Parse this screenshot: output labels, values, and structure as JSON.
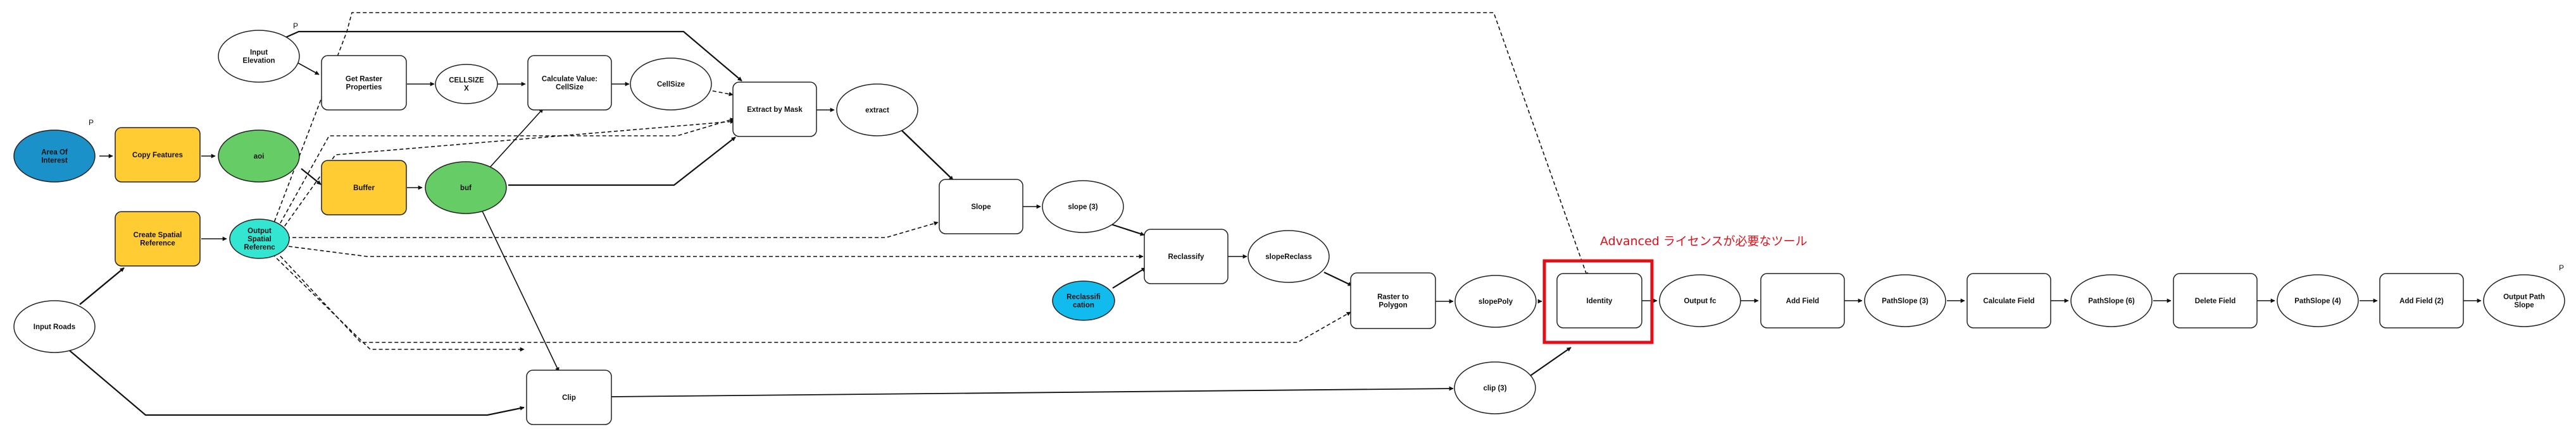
{
  "colors": {
    "input_data": "#1a91c8",
    "tool": "#ffcc33",
    "derived": "#66cc66",
    "variable": "#33e6d2",
    "reclass_input": "#11bbee",
    "plain": "#ffffff",
    "highlight": "#e0101a"
  },
  "labels": {
    "input_elevation": [
      "Input",
      "Elevation"
    ],
    "area_of_interest": [
      "Area Of",
      "Interest"
    ],
    "copy_features": [
      "Copy Features"
    ],
    "aoi": [
      "aoi"
    ],
    "create_spatial_reference": [
      "Create Spatial",
      "Reference"
    ],
    "output_spatial_reference": [
      "Output",
      "Spatial",
      "Referenc"
    ],
    "input_roads": [
      "Input Roads"
    ],
    "get_raster_properties": [
      "Get Raster",
      "Properties"
    ],
    "cellsize_x": [
      "CELLSIZE",
      "X"
    ],
    "calculate_value": [
      "Calculate Value:",
      "CellSize"
    ],
    "cellsize": [
      "CellSize"
    ],
    "extract_by_mask": [
      "Extract by Mask"
    ],
    "extract": [
      "extract"
    ],
    "buffer": [
      "Buffer"
    ],
    "buf": [
      "buf"
    ],
    "slope": [
      "Slope"
    ],
    "slope_3": [
      "slope (3)"
    ],
    "reclassify": [
      "Reclassify"
    ],
    "slope_reclass": [
      "slopeReclass"
    ],
    "reclassification": [
      "Reclassifi",
      "cation"
    ],
    "raster_to_polygon": [
      "Raster to",
      "Polygon"
    ],
    "slope_poly": [
      "slopePoly"
    ],
    "identity": [
      "Identity"
    ],
    "clip": [
      "Clip"
    ],
    "clip_3": [
      "clip (3)"
    ],
    "output_fc": [
      "Output fc"
    ],
    "add_field": [
      "Add Field"
    ],
    "pathslope_3": [
      "PathSlope (3)"
    ],
    "calculate_field": [
      "Calculate Field"
    ],
    "pathslope_6": [
      "PathSlope (6)"
    ],
    "delete_field": [
      "Delete Field"
    ],
    "pathslope_4": [
      "PathSlope (4)"
    ],
    "add_field_2": [
      "Add Field (2)"
    ],
    "output_path_slope": [
      "Output Path",
      "Slope"
    ]
  },
  "parameter_marker": "P",
  "callout": "Advanced ライセンスが必要なツール"
}
